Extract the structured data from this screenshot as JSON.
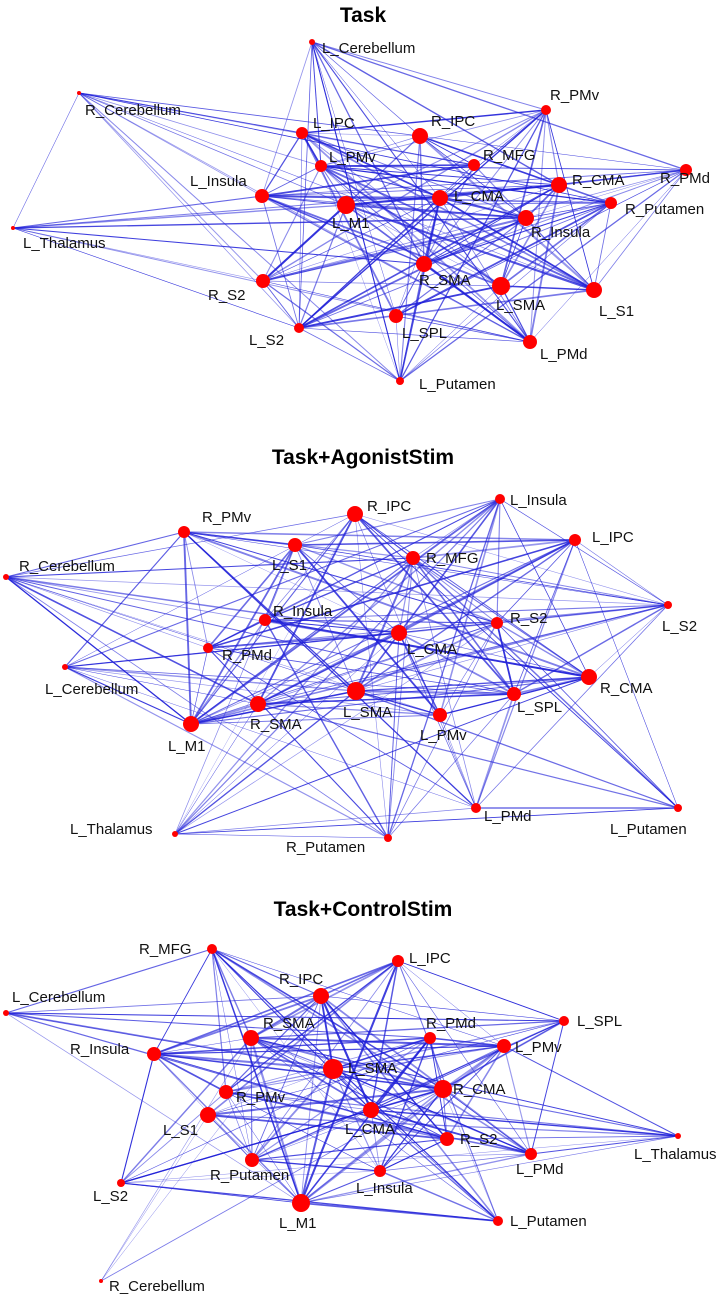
{
  "colors": {
    "edge": "#1f1fd8",
    "node": "#ff0000",
    "label": "#111111",
    "title": "#000000"
  },
  "panels": [
    {
      "title": "Task",
      "nodes": [
        {
          "name": "L_Cerebellum",
          "r": 3,
          "label": "L_Cerebellum"
        },
        {
          "name": "R_Cerebellum",
          "r": 2,
          "label": "R_Cerebellum"
        },
        {
          "name": "R_PMv",
          "r": 5,
          "label": "R_PMv"
        },
        {
          "name": "L_IPC",
          "r": 6,
          "label": "L_IPC"
        },
        {
          "name": "R_IPC",
          "r": 8,
          "label": "R_IPC"
        },
        {
          "name": "R_MFG",
          "r": 6,
          "label": "R_MFG"
        },
        {
          "name": "R_CMA",
          "r": 8,
          "label": "R_CMA"
        },
        {
          "name": "R_PMd",
          "r": 6,
          "label": "R_PMd"
        },
        {
          "name": "L_PMv",
          "r": 6,
          "label": "L_PMv"
        },
        {
          "name": "L_CMA",
          "r": 8,
          "label": "L_CMA"
        },
        {
          "name": "L_Insula",
          "r": 7,
          "label": "L_Insula"
        },
        {
          "name": "L_M1",
          "r": 9,
          "label": "L_M1"
        },
        {
          "name": "R_Putamen",
          "r": 6,
          "label": "R_Putamen"
        },
        {
          "name": "R_Insula",
          "r": 8,
          "label": "R_Insula"
        },
        {
          "name": "L_Thalamus",
          "r": 2,
          "label": "L_Thalamus"
        },
        {
          "name": "R_SMA",
          "r": 8,
          "label": "R_SMA"
        },
        {
          "name": "L_SMA",
          "r": 9,
          "label": "L_SMA"
        },
        {
          "name": "R_S2",
          "r": 7,
          "label": "R_S2"
        },
        {
          "name": "L_S1",
          "r": 8,
          "label": "L_S1"
        },
        {
          "name": "L_SPL",
          "r": 7,
          "label": "L_SPL"
        },
        {
          "name": "L_S2",
          "r": 5,
          "label": "L_S2"
        },
        {
          "name": "L_PMd",
          "r": 7,
          "label": "L_PMd"
        },
        {
          "name": "L_Putamen",
          "r": 4,
          "label": "L_Putamen"
        }
      ]
    },
    {
      "title": "Task+AgonistStim",
      "nodes": [
        {
          "name": "R_PMv",
          "r": 6,
          "label": "R_PMv"
        },
        {
          "name": "R_IPC",
          "r": 8,
          "label": "R_IPC"
        },
        {
          "name": "L_Insula",
          "r": 5,
          "label": "L_Insula"
        },
        {
          "name": "L_IPC",
          "r": 6,
          "label": "L_IPC"
        },
        {
          "name": "L_S1",
          "r": 7,
          "label": "L_S1"
        },
        {
          "name": "R_MFG",
          "r": 7,
          "label": "R_MFG"
        },
        {
          "name": "R_Cerebellum",
          "r": 3,
          "label": "R_Cerebellum"
        },
        {
          "name": "R_Insula",
          "r": 6,
          "label": "R_Insula"
        },
        {
          "name": "R_S2",
          "r": 6,
          "label": "R_S2"
        },
        {
          "name": "L_S2",
          "r": 4,
          "label": "L_S2"
        },
        {
          "name": "L_CMA",
          "r": 8,
          "label": "L_CMA"
        },
        {
          "name": "R_PMd",
          "r": 5,
          "label": "R_PMd"
        },
        {
          "name": "L_Cerebellum",
          "r": 3,
          "label": "L_Cerebellum"
        },
        {
          "name": "R_CMA",
          "r": 8,
          "label": "R_CMA"
        },
        {
          "name": "R_SMA",
          "r": 8,
          "label": "R_SMA"
        },
        {
          "name": "L_SMA",
          "r": 9,
          "label": "L_SMA"
        },
        {
          "name": "L_SPL",
          "r": 7,
          "label": "L_SPL"
        },
        {
          "name": "L_M1",
          "r": 8,
          "label": "L_M1"
        },
        {
          "name": "L_PMv",
          "r": 7,
          "label": "L_PMv"
        },
        {
          "name": "L_PMd",
          "r": 5,
          "label": "L_PMd"
        },
        {
          "name": "L_Thalamus",
          "r": 3,
          "label": "L_Thalamus"
        },
        {
          "name": "L_Putamen",
          "r": 4,
          "label": "L_Putamen"
        },
        {
          "name": "R_Putamen",
          "r": 4,
          "label": "R_Putamen"
        }
      ]
    },
    {
      "title": "Task+ControlStim",
      "nodes": [
        {
          "name": "R_MFG",
          "r": 5,
          "label": "R_MFG"
        },
        {
          "name": "L_IPC",
          "r": 6,
          "label": "L_IPC"
        },
        {
          "name": "L_Cerebellum",
          "r": 3,
          "label": "L_Cerebellum"
        },
        {
          "name": "R_IPC",
          "r": 8,
          "label": "R_IPC"
        },
        {
          "name": "L_SPL",
          "r": 5,
          "label": "L_SPL"
        },
        {
          "name": "R_SMA",
          "r": 8,
          "label": "R_SMA"
        },
        {
          "name": "R_PMd",
          "r": 6,
          "label": "R_PMd"
        },
        {
          "name": "L_PMv",
          "r": 7,
          "label": "L_PMv"
        },
        {
          "name": "R_Insula",
          "r": 7,
          "label": "R_Insula"
        },
        {
          "name": "L_SMA",
          "r": 10,
          "label": "L_SMA"
        },
        {
          "name": "R_PMv",
          "r": 7,
          "label": "R_PMv"
        },
        {
          "name": "R_CMA",
          "r": 9,
          "label": "R_CMA"
        },
        {
          "name": "L_S1",
          "r": 8,
          "label": "L_S1"
        },
        {
          "name": "L_CMA",
          "r": 8,
          "label": "L_CMA"
        },
        {
          "name": "R_S2",
          "r": 7,
          "label": "R_S2"
        },
        {
          "name": "L_Thalamus",
          "r": 3,
          "label": "L_Thalamus"
        },
        {
          "name": "L_S2",
          "r": 4,
          "label": "L_S2"
        },
        {
          "name": "R_Putamen",
          "r": 7,
          "label": "R_Putamen"
        },
        {
          "name": "L_Insula",
          "r": 6,
          "label": "L_Insula"
        },
        {
          "name": "L_PMd",
          "r": 6,
          "label": "L_PMd"
        },
        {
          "name": "L_M1",
          "r": 9,
          "label": "L_M1"
        },
        {
          "name": "L_Putamen",
          "r": 5,
          "label": "L_Putamen"
        },
        {
          "name": "R_Cerebellum",
          "r": 2,
          "label": "R_Cerebellum"
        }
      ]
    }
  ]
}
